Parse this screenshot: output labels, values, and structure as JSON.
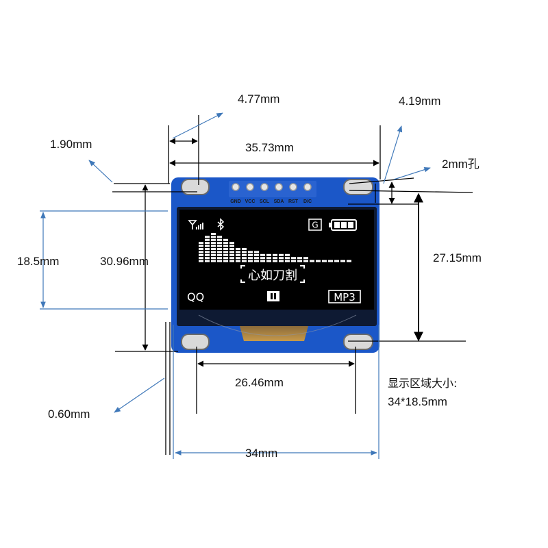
{
  "dimensions": {
    "hole_offset": "4.77mm",
    "hole_diameter": "4.19mm",
    "edge_offset": "1.90mm",
    "pcb_hole_span": "35.73mm",
    "hole_label": "2mm孔",
    "display_height": "18.5mm",
    "total_height": "30.96mm",
    "hole_vertical_span": "27.15mm",
    "bottom_hole_span": "26.46mm",
    "thickness": "0.60mm",
    "display_width": "34mm"
  },
  "display_area_note": {
    "line1": "显示区域大小:",
    "line2": "34*18.5mm"
  },
  "pins": [
    "GND",
    "VCC",
    "SCL",
    "SDA",
    "RST",
    "D/C"
  ],
  "screen": {
    "status_icons": [
      "signal-icon",
      "bluetooth-icon",
      "g-icon",
      "battery-icon"
    ],
    "g_letter": "G",
    "song_title": "心如刀割",
    "left_label": "QQ",
    "play_icon": "pause-icon",
    "right_label": "MP3",
    "equalizer_levels": [
      7,
      9,
      10,
      9,
      8,
      7,
      5,
      5,
      4,
      4,
      3,
      3,
      3,
      3,
      3,
      2,
      2,
      2,
      1,
      1,
      1,
      1,
      1,
      1,
      1
    ]
  },
  "colors": {
    "pcb": "#1b57c8",
    "screen": "#000000",
    "screen_text": "#ffffff",
    "arrow": "#3f78b9",
    "dim_line": "#000000"
  }
}
